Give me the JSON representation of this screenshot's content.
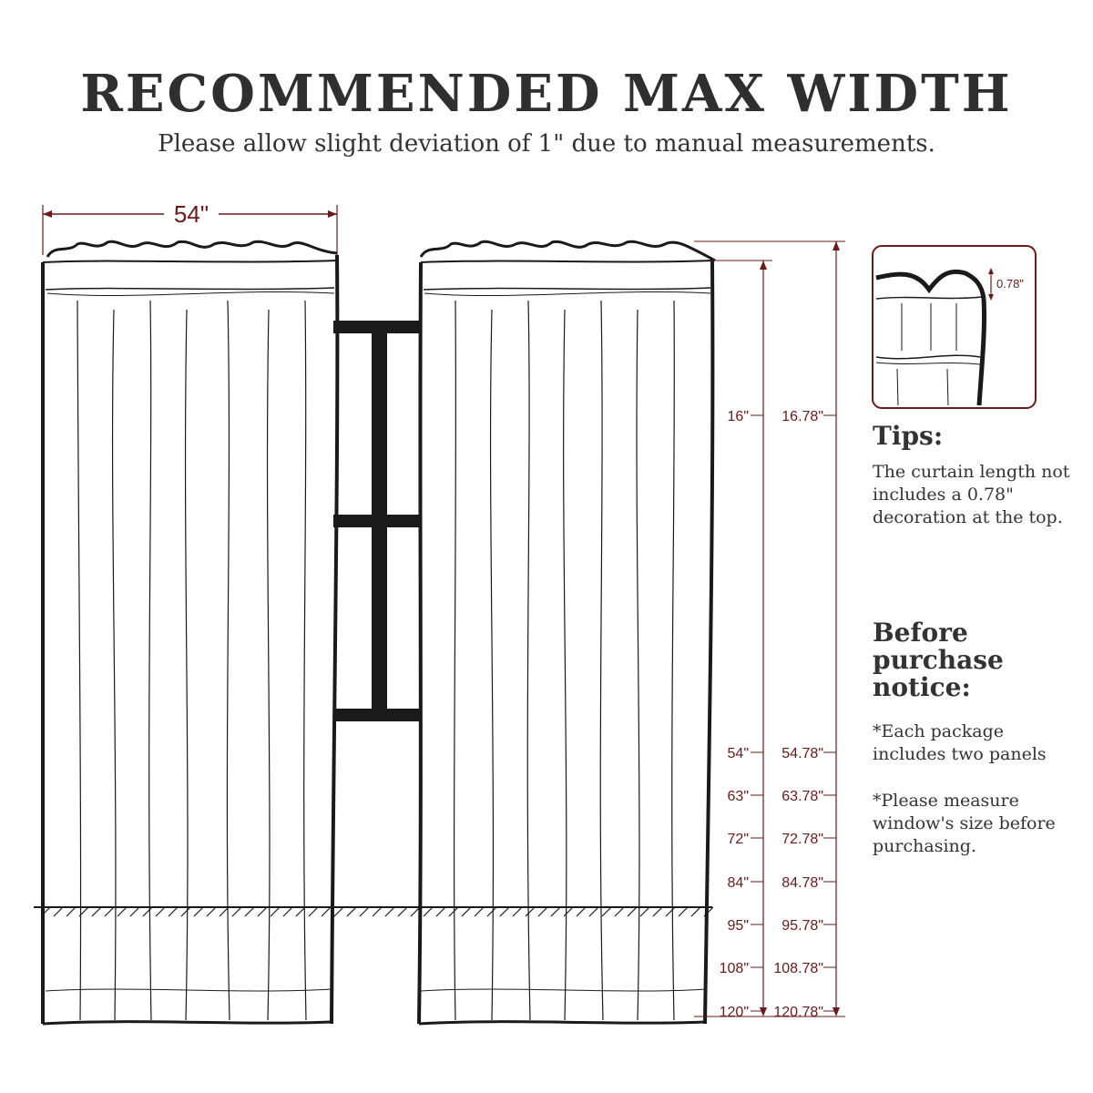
{
  "title": "RECOMMENDED MAX WIDTH",
  "subtitle": "Please allow slight deviation of 1\" due to manual measurements.",
  "width_label": "54\"",
  "inset_label": "0.78\"",
  "tips": {
    "heading": "Tips:",
    "text": "The curtain length not includes a 0.78\" decoration at the top."
  },
  "notice": {
    "heading": "Before purchase notice:",
    "item1": "*Each package includes two panels",
    "item2": "*Please measure window's size before purchasing."
  },
  "lengths": [
    {
      "length": "16\"",
      "total": "16.78\""
    },
    {
      "length": "54\"",
      "total": "54.78\""
    },
    {
      "length": "63\"",
      "total": "63.78\""
    },
    {
      "length": "72\"",
      "total": "72.78\""
    },
    {
      "length": "84\"",
      "total": "84.78\""
    },
    {
      "length": "95\"",
      "total": "95.78\""
    },
    {
      "length": "108\"",
      "total": "108.78\""
    },
    {
      "length": "120\"",
      "total": "120.78\""
    }
  ],
  "colors": {
    "accent": "#6b1a1a",
    "ink": "#1a1a1a",
    "text": "#2f2f2f"
  }
}
